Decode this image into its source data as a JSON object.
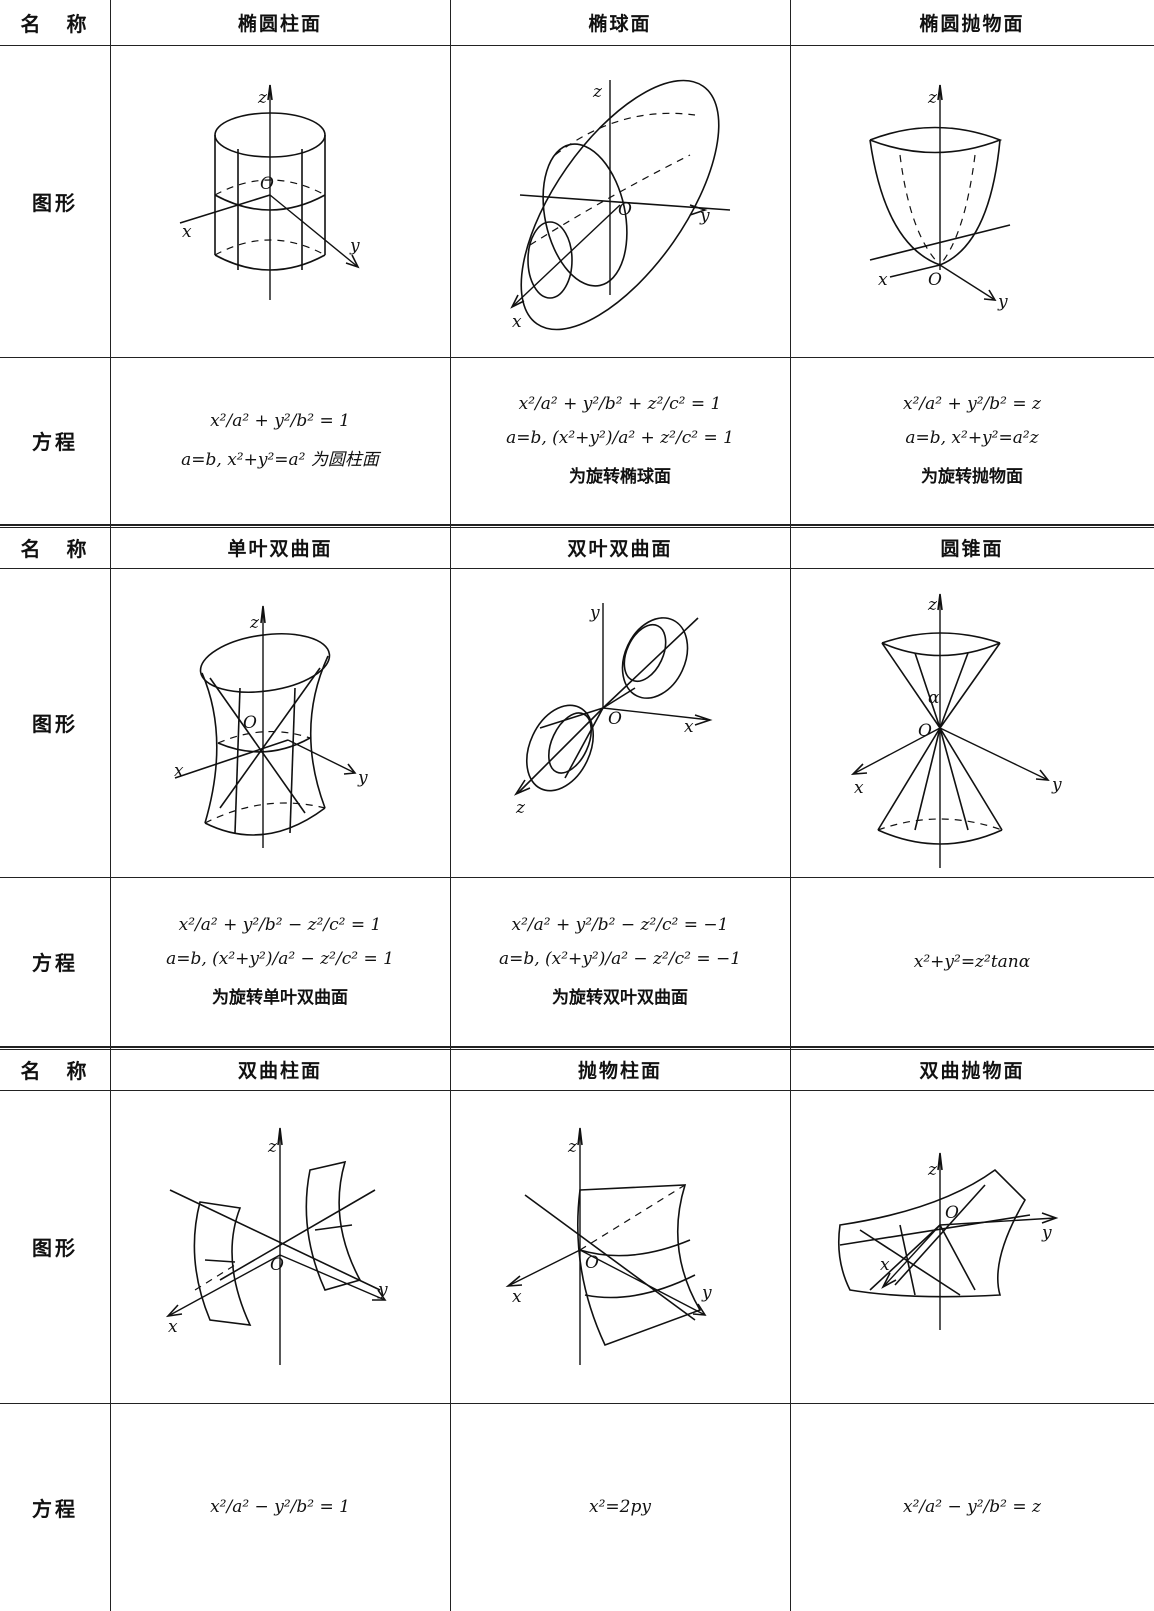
{
  "blocks": [
    {
      "name_label": "名　称",
      "figure_label": "图形",
      "equation_label": "方程",
      "surfaces": [
        {
          "name": "椭圆柱面",
          "equations": [
            "x²/a² + y²/b² = 1",
            "a=b, x²+y²=a² 为圆柱面"
          ]
        },
        {
          "name": "椭球面",
          "equations": [
            "x²/a² + y²/b² + z²/c² = 1",
            "a=b, (x²+y²)/a² + z²/c² = 1",
            "为旋转椭球面"
          ]
        },
        {
          "name": "椭圆抛物面",
          "equations": [
            "x²/a² + y²/b² = z",
            "a=b, x²+y²=a²z",
            "为旋转抛物面"
          ]
        }
      ]
    },
    {
      "name_label": "名　称",
      "figure_label": "图形",
      "equation_label": "方程",
      "surfaces": [
        {
          "name": "单叶双曲面",
          "equations": [
            "x²/a² + y²/b² − z²/c² = 1",
            "a=b, (x²+y²)/a² − z²/c² = 1",
            "为旋转单叶双曲面"
          ]
        },
        {
          "name": "双叶双曲面",
          "equations": [
            "x²/a² + y²/b² − z²/c² = −1",
            "a=b, (x²+y²)/a² − z²/c² = −1",
            "为旋转双叶双曲面"
          ]
        },
        {
          "name": "圆锥面",
          "equations": [
            "x²+y²=z²tanα"
          ]
        }
      ]
    },
    {
      "name_label": "名　称",
      "figure_label": "图形",
      "equation_label": "方程",
      "surfaces": [
        {
          "name": "双曲柱面",
          "equations": [
            "x²/a² − y²/b² = 1"
          ]
        },
        {
          "name": "抛物柱面",
          "equations": [
            "x²=2py"
          ]
        },
        {
          "name": "双曲抛物面",
          "equations": [
            "x²/a² − y²/b² = z"
          ]
        }
      ]
    }
  ],
  "axis_labels": {
    "x": "x",
    "y": "y",
    "z": "z",
    "origin": "O",
    "alpha": "α"
  }
}
